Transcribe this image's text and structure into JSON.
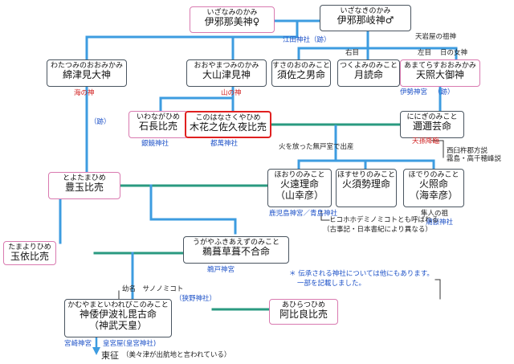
{
  "colors": {
    "line_blue": "#3d9ce0",
    "line_green": "#2a9a80",
    "line_dark": "#333333",
    "male_border": "#4a5560",
    "female_border": "#d97ab0",
    "highlight": "#e02020",
    "label_blue": "#1e52c8",
    "label_red": "#d01e1e"
  },
  "boxes": {
    "izanami": {
      "ruby": "いざなみのかみ",
      "name": "伊邪那美神♀"
    },
    "izanagi": {
      "ruby": "いざなきのかみ",
      "name": "伊邪那岐神♂"
    },
    "watatsumi": {
      "ruby": "わたつみのおおみかみ",
      "name": "綿津見大神"
    },
    "oyamatsumi": {
      "ruby": "おおやまつみのかみ",
      "name": "大山津見神"
    },
    "susanoo": {
      "ruby": "すさのおのみこと",
      "name": "須佐之男命"
    },
    "tsukuyomi": {
      "ruby": "つくよみのみこと",
      "name": "月読命"
    },
    "amaterasu": {
      "ruby": "あまてらすおおみかみ",
      "name": "天照大御神"
    },
    "iwanaga": {
      "ruby": "いわながひめ",
      "name": "石長比売"
    },
    "konohana": {
      "ruby": "このはなさくやひめ",
      "name": "木花之佐久夜比売"
    },
    "ninigi": {
      "ruby": "ににぎのみこと",
      "name": "邇邇芸命"
    },
    "toyotama": {
      "ruby": "とよたまひめ",
      "name": "豊玉比売"
    },
    "hoori": {
      "ruby": "ほおりのみこと",
      "name": "火遠理命",
      "sub": "（山幸彦）"
    },
    "hosuseri": {
      "ruby": "ほすせりのみこと",
      "name": "火須勢理命"
    },
    "hoderi": {
      "ruby": "ほでりのみこと",
      "name": "火照命",
      "sub": "（海幸彦）"
    },
    "tamayori": {
      "ruby": "たまよりひめ",
      "name": "玉依比売"
    },
    "ugaya": {
      "ruby": "うがやふきあえずのみこと",
      "name": "鵜葺草葺不合命"
    },
    "jimmu": {
      "ruby": "かむやまといわれびこのみこと",
      "name": "神倭伊波礼毘古命",
      "sub": "（神武天皇）"
    },
    "ahira": {
      "ruby": "あひらつひめ",
      "name": "阿比良比売"
    }
  },
  "labels": {
    "etaJinja": "江田神社（跡）",
    "amanoKoyaNote": "天岩屋の祖神",
    "rightEye": "右目",
    "leftEye": "左目",
    "sunGoddess": "日の女神",
    "uminoKami": "海の神",
    "yamanoKami": "山の神",
    "ato1": "（跡）",
    "ato2": "（跡）",
    "iseJingu": "伊勢神宮",
    "ginanJinja": "銀鏡神社",
    "tsumaJinja": "都萬神社",
    "birthNote": "火を放った無戸室で出産",
    "tensonKorin": "天孫降臨",
    "kochihoLine1": "西臼杵郡方説",
    "kochihoLine2": "霧島・高千穂峰説",
    "kagoshimaNote": "鹿児島神宮／青島神社",
    "hayatoNote": "隼人の祖",
    "hiorinote": "潮嶽神社",
    "hikohohodemiLine1": "ヒコホホデミノミコトとも呼ばれる",
    "hikohohodemiLine2": "（古事記・日本書紀により異なる）",
    "udoJingu": "鵜戸神宮",
    "otherShrinesLine1": "＊ 伝承される神社については他にもあります。",
    "otherShrinesLine2": "一部を記載しました。",
    "samunoNote": "幼名　サノノミコト",
    "samunoShrine": "（狭野神社）",
    "miyazakiJingu": "宮崎神宮",
    "kogonomiya": "皇宮屋(皇宮神社)",
    "tosei": "東征",
    "toseiNote": "（美々津が出航地と言われている）"
  }
}
